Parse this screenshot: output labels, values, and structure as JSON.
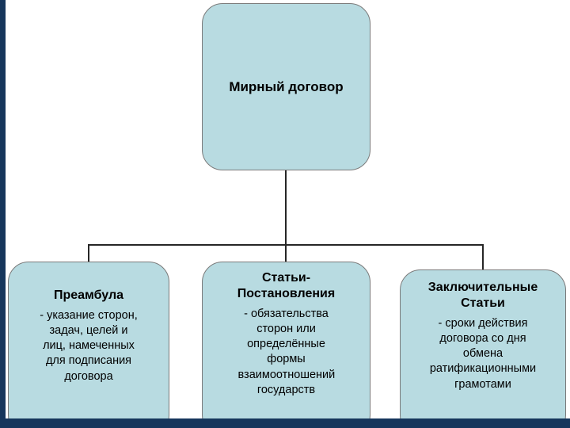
{
  "diagram": {
    "root": {
      "label": "Мирный договор"
    },
    "children": [
      {
        "title": "Преамбула",
        "body": "- указание сторон, задач, целей и лиц, намеченных для подписания договора"
      },
      {
        "title": "Статьи-Постановления",
        "body": "- обязательства сторон или определённые формы взаимоотношений государств"
      },
      {
        "title": "Заключительные Статьи",
        "body": "- сроки действия договора со дня обмена ратификационными грамотами"
      }
    ]
  },
  "colors": {
    "box_fill": "#b8dbe1",
    "box_border": "#7a7a7a",
    "connector_line": "#262626",
    "slide_frame": "#16365c",
    "background": "#ffffff",
    "text": "#000000"
  }
}
